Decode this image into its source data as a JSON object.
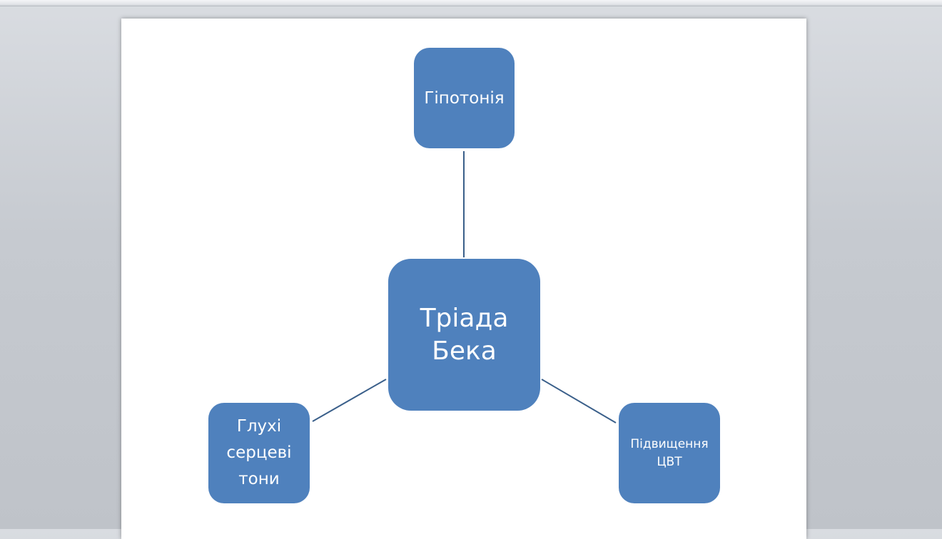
{
  "diagram": {
    "center": {
      "label": "Тріада\nБека"
    },
    "top": {
      "label": "Гіпотонія"
    },
    "left": {
      "label": "Глухі\nсерцеві\nтони"
    },
    "right": {
      "label": "Підвищення\nЦВТ"
    }
  },
  "colors": {
    "node_fill": "#4f81bd",
    "node_text": "#ffffff",
    "connector": "#3a5f8a",
    "page": "#ffffff",
    "workspace": "#c6cad0"
  }
}
